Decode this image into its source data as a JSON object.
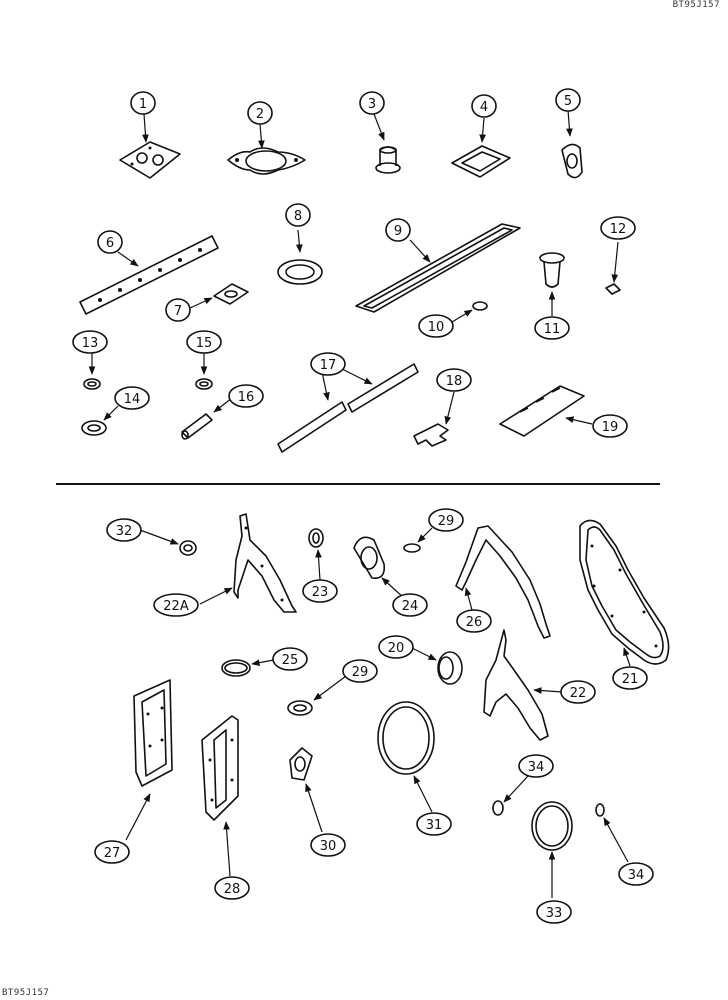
{
  "drawing_code_top": "BT95J157",
  "drawing_code_bottom": "BT95J157",
  "callouts": {
    "c1": "1",
    "c2": "2",
    "c3": "3",
    "c4": "4",
    "c5": "5",
    "c6": "6",
    "c7": "7",
    "c8": "8",
    "c9": "9",
    "c10": "10",
    "c11": "11",
    "c12": "12",
    "c13": "13",
    "c14": "14",
    "c15": "15",
    "c16": "16",
    "c17": "17",
    "c18": "18",
    "c19": "19",
    "c32": "32",
    "c22a": "22A",
    "c23": "23",
    "c24": "24",
    "c29a": "29",
    "c26": "26",
    "c21": "21",
    "c25": "25",
    "c20": "20",
    "c29b": "29",
    "c22": "22",
    "c27": "27",
    "c28": "28",
    "c30": "30",
    "c31": "31",
    "c34a": "34",
    "c34b": "34",
    "c33": "33"
  }
}
